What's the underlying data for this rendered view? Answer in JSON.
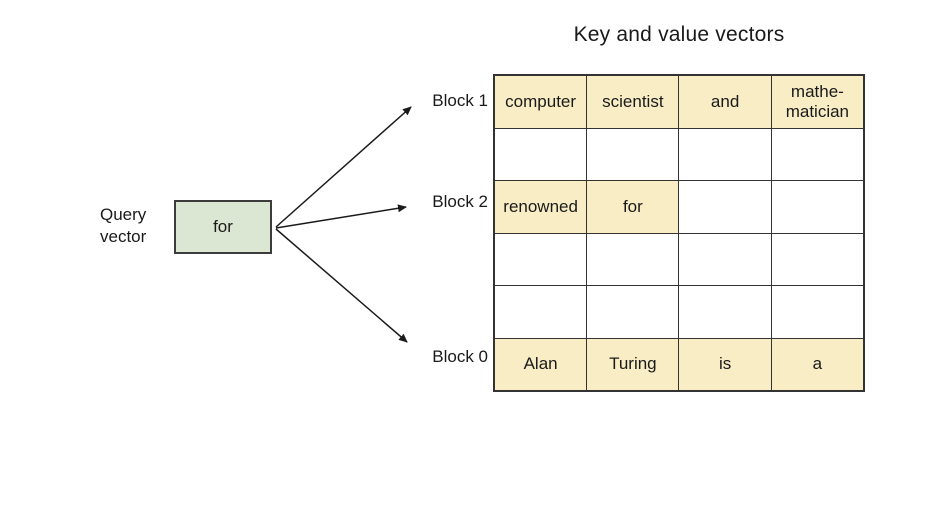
{
  "title": "Key and value vectors",
  "query": {
    "label": "Query\nvector",
    "value": "for"
  },
  "blocks": [
    {
      "label": "Block 1"
    },
    {
      "label": "Block 2"
    },
    {
      "label": "Block 0"
    }
  ],
  "table": {
    "rows": [
      {
        "cells": [
          {
            "text": "computer",
            "highlighted": true
          },
          {
            "text": "scientist",
            "highlighted": true
          },
          {
            "text": "and",
            "highlighted": true
          },
          {
            "text": "mathe-\nmatician",
            "highlighted": true
          }
        ]
      },
      {
        "cells": [
          {
            "text": "",
            "highlighted": false
          },
          {
            "text": "",
            "highlighted": false
          },
          {
            "text": "",
            "highlighted": false
          },
          {
            "text": "",
            "highlighted": false
          }
        ]
      },
      {
        "cells": [
          {
            "text": "renowned",
            "highlighted": true
          },
          {
            "text": "for",
            "highlighted": true
          },
          {
            "text": "",
            "highlighted": false
          },
          {
            "text": "",
            "highlighted": false
          }
        ]
      },
      {
        "cells": [
          {
            "text": "",
            "highlighted": false
          },
          {
            "text": "",
            "highlighted": false
          },
          {
            "text": "",
            "highlighted": false
          },
          {
            "text": "",
            "highlighted": false
          }
        ]
      },
      {
        "cells": [
          {
            "text": "",
            "highlighted": false
          },
          {
            "text": "",
            "highlighted": false
          },
          {
            "text": "",
            "highlighted": false
          },
          {
            "text": "",
            "highlighted": false
          }
        ]
      },
      {
        "cells": [
          {
            "text": "Alan",
            "highlighted": true
          },
          {
            "text": "Turing",
            "highlighted": true
          },
          {
            "text": "is",
            "highlighted": true
          },
          {
            "text": "a",
            "highlighted": true
          }
        ]
      }
    ]
  },
  "colors": {
    "cell_highlight": "#f8edc5",
    "query_box_fill": "#dbe7d2",
    "border": "#333333",
    "text": "#1a1a1a",
    "background": "#ffffff"
  }
}
